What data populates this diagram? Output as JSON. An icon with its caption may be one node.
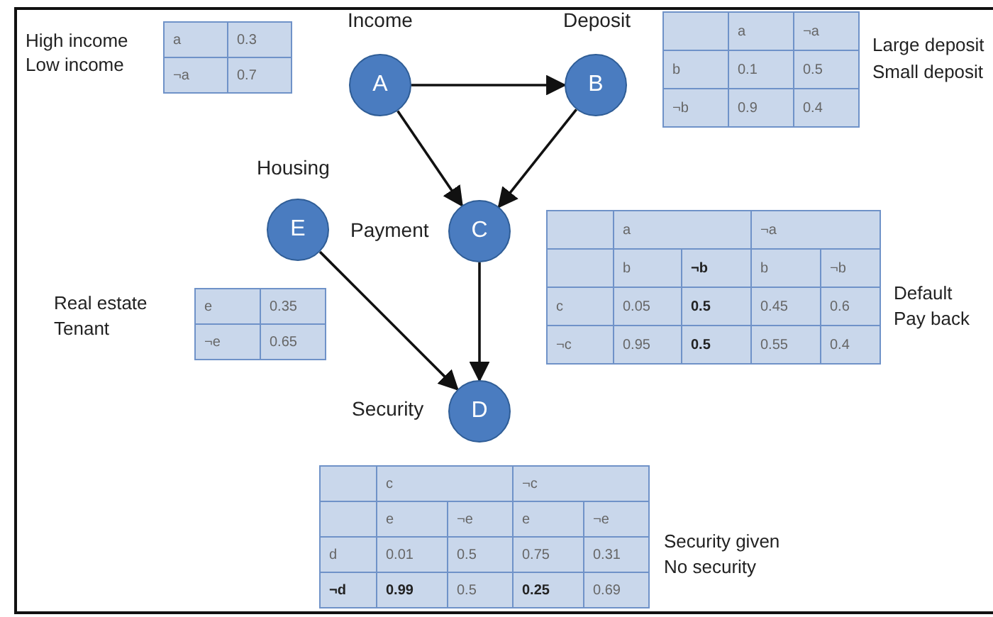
{
  "diagram": {
    "nodes": [
      {
        "text": [
          "A"
        ],
        "beside": [
          "Income"
        ]
      },
      {
        "text": [
          "B"
        ],
        "beside": [
          "Deposit"
        ]
      },
      {
        "text": [
          "E"
        ],
        "beside": [
          "Housing"
        ]
      },
      {
        "text": [
          "C"
        ],
        "beside": [
          "Payment"
        ]
      },
      {
        "text": [
          "D"
        ],
        "beside": [
          "Security"
        ]
      }
    ],
    "edges": [
      {
        "from": 0,
        "to": 1,
        "arrow": "to"
      },
      {
        "from": 0,
        "to": 3,
        "arrow": "to"
      },
      {
        "from": 1,
        "to": 3,
        "arrow": "to"
      },
      {
        "from": 3,
        "to": 4,
        "arrow": "to"
      },
      {
        "from": 2,
        "to": 4,
        "arrow": "to"
      }
    ],
    "labels": [
      "High income",
      "Low income",
      "a",
      "0.3",
      "¬a",
      "0.7",
      "a",
      "¬a",
      "b",
      "0.1",
      "0.5",
      "¬b",
      "0.9",
      "0.4",
      "Large deposit",
      "Small deposit",
      "a",
      "¬a",
      "b",
      "¬b",
      "b",
      "¬b",
      "c",
      "0.05",
      "0.5",
      "0.45",
      "0.6",
      "¬c",
      "0.95",
      "0.5",
      "0.55",
      "0.4",
      "Default",
      "Pay back",
      "Real estate",
      "Tenant",
      "e",
      "0.35",
      "¬e",
      "0.65",
      "c",
      "¬c",
      "e",
      "¬e",
      "e",
      "¬e",
      "d",
      "0.01",
      "0.5",
      "0.75",
      "0.31",
      "¬d",
      "0.99",
      "0.5",
      "0.25",
      "0.69",
      "Security given",
      "No security"
    ]
  }
}
